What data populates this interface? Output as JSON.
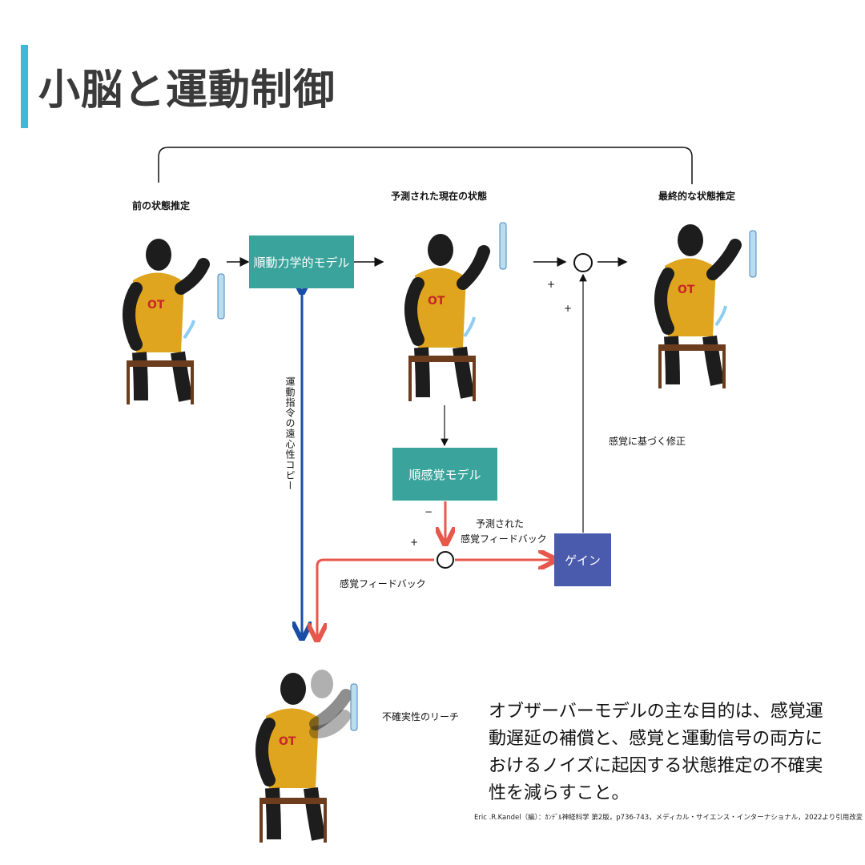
{
  "title": "小脳と運動制御",
  "labels": {
    "prev_state": "前の状態推定",
    "predicted_state": "予測された現在の状態",
    "final_state": "最終的な状態推定",
    "correction": "感覚に基づく修正",
    "efference": "運動指令の遠心性コピー",
    "predicted_feedback_1": "予測された",
    "predicted_feedback_2": "感覚フィードバック",
    "sensory_feedback": "感覚フィードバック",
    "uncertain_reach": "不確実性のリーチ",
    "plus": "+",
    "minus": "−"
  },
  "boxes": {
    "forward_dynamics": "順動力学的モデル",
    "forward_sensory": "順感覚モデル",
    "gain": "ゲイン"
  },
  "summary": "オブザーバーモデルの主な目的は、感覚運動遅延の補償と、感覚と運動信号の両方におけるノイズに起因する状態推定の不確実性を減らすこと。",
  "citation": "Eric .R.Kandel（編）：ｶﾝﾃﾞﾙ神経科学 第2版，p736-743，メディカル・サイエンス・インターナショナル，2022より引用改変",
  "colors": {
    "accent_bar": "#3fb6dc",
    "teal_box": "#3aa39b",
    "gain_box": "#4a5aad",
    "red_arrow": "#e8574b",
    "blue_arrow": "#1a4ea6"
  }
}
